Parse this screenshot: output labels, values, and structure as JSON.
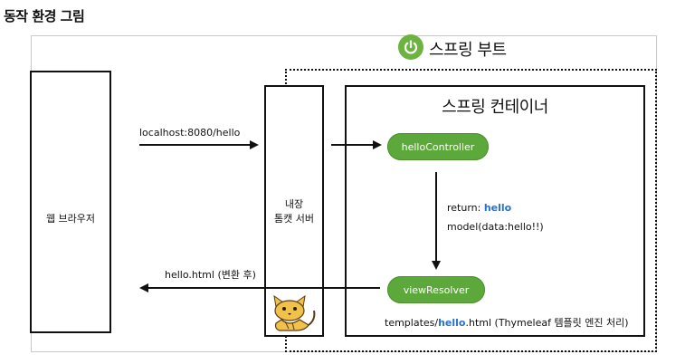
{
  "title": "동작 환경 그림",
  "spring_boot_label": "스프링 부트",
  "browser_label": "웹 브라우저",
  "tomcat_line1": "내장",
  "tomcat_line2": "톰캣 서버",
  "container_title": "스프링 컨테이너",
  "hello_controller": "helloController",
  "view_resolver": "viewResolver",
  "request_url": "localhost:8080/hello",
  "response_label": "hello.html (변환 후)",
  "return_prefix": "return: ",
  "return_value": "hello",
  "model_line": "model(data:hello!!)",
  "template_prefix": "templates/",
  "template_name": "hello",
  "template_suffix": ".html (Thymeleaf 템플릿 엔진 처리)",
  "colors": {
    "spring_green": "#6db33f",
    "node_green": "#5da83a",
    "highlight_blue": "#2a72c9"
  },
  "icons": [
    "spring-power-icon",
    "tomcat-cat-icon"
  ]
}
